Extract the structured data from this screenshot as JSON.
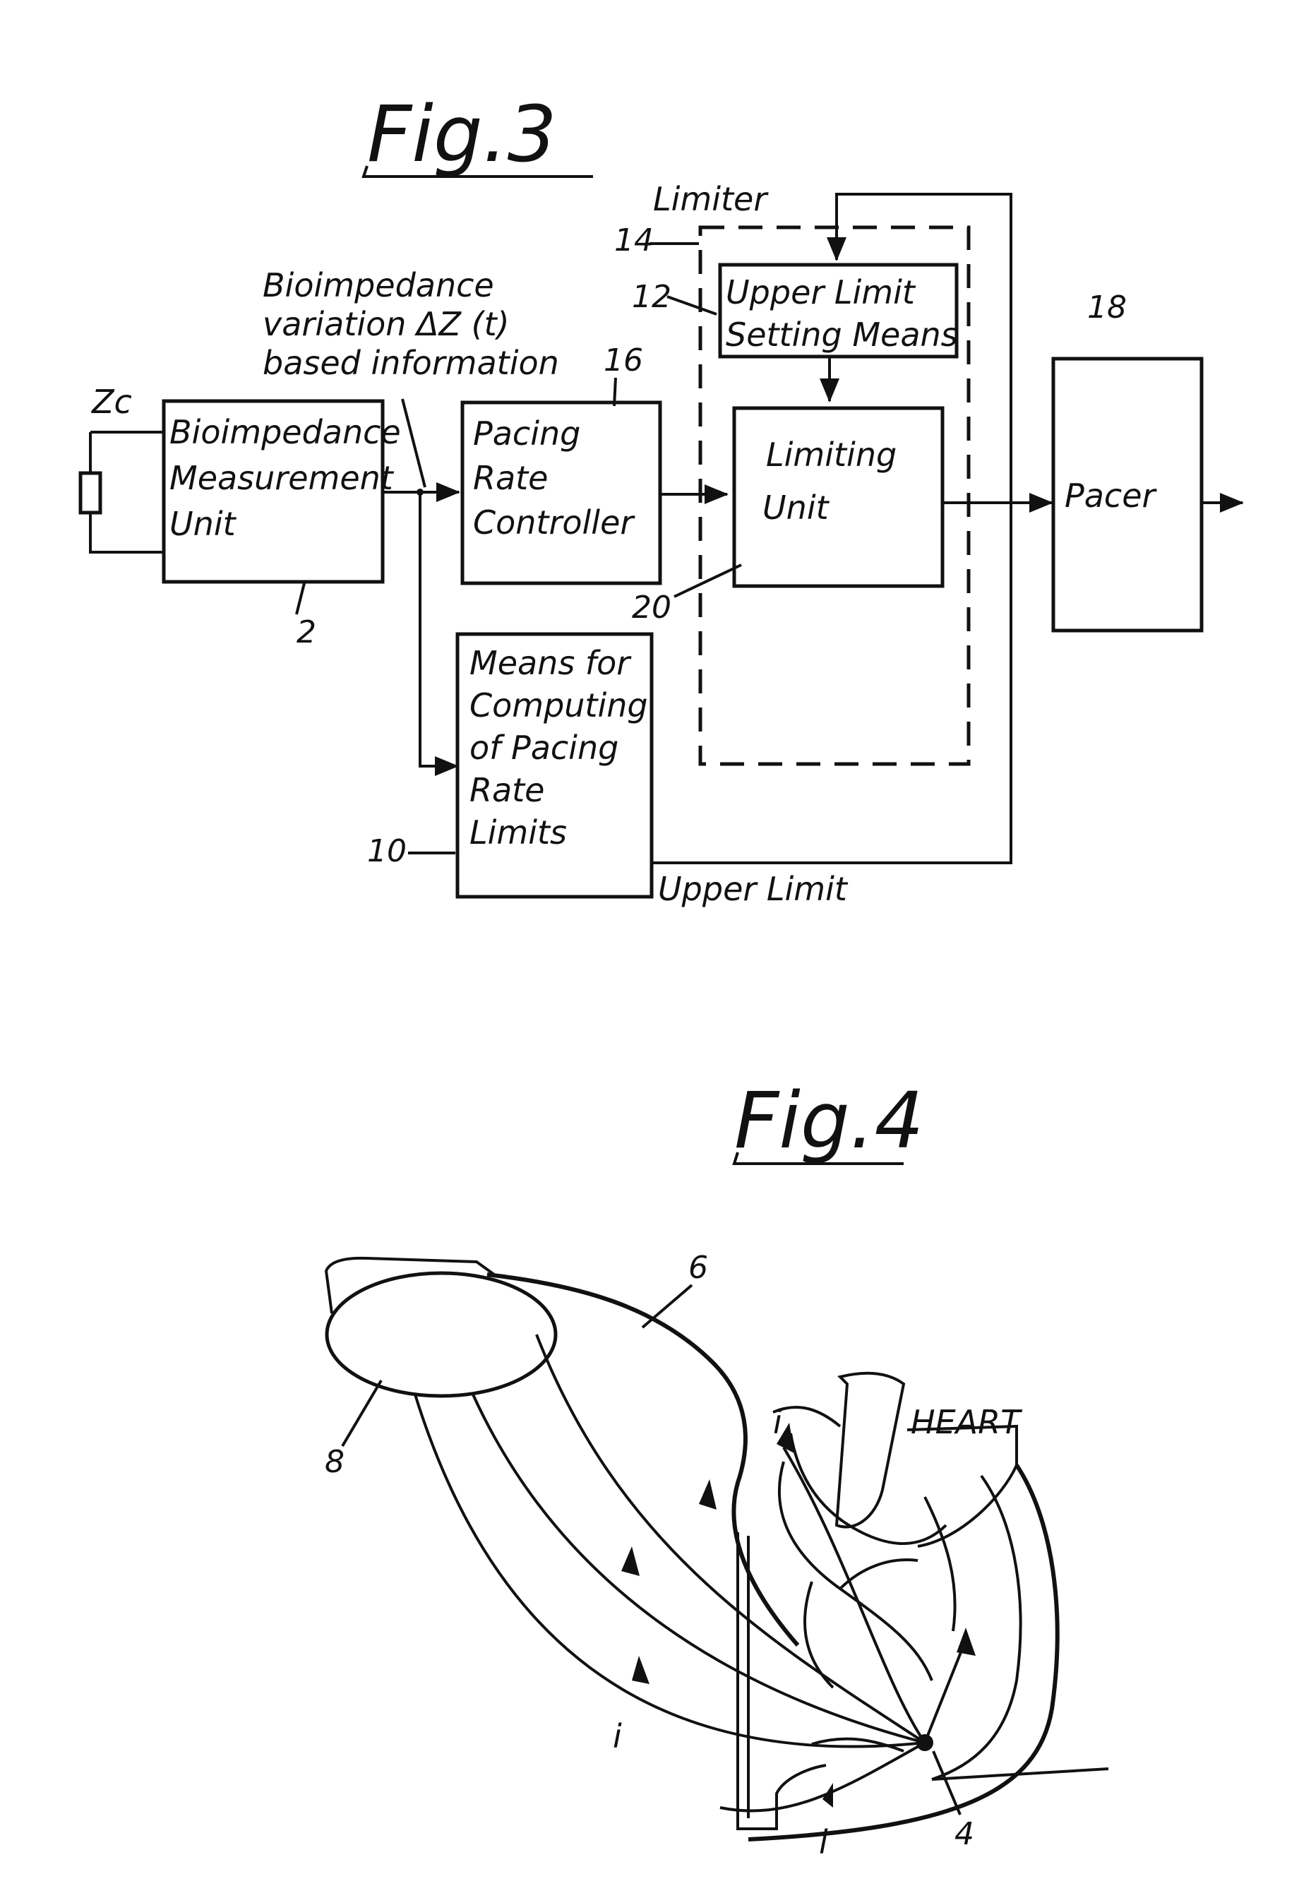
{
  "fig3": {
    "title": "Fig.3",
    "blocks": {
      "bioimpedance_unit": {
        "lines": [
          "Bioimpedance",
          "Measurement",
          "Unit"
        ],
        "ref": "2"
      },
      "pacing_rate_controller": {
        "lines": [
          "Pacing",
          "Rate",
          "Controller"
        ],
        "ref": "16"
      },
      "computing_limits": {
        "lines": [
          "Means for",
          "Computing",
          "of Pacing",
          "Rate",
          "Limits"
        ],
        "ref": "10"
      },
      "upper_limit_setting": {
        "lines": [
          "Upper Limit",
          "Setting Means"
        ],
        "ref": "12"
      },
      "limiting_unit": {
        "lines": [
          "Limiting",
          "Unit"
        ],
        "ref": "20"
      },
      "pacer": {
        "lines": [
          "Pacer"
        ],
        "ref": "18"
      },
      "limiter": {
        "label": "Limiter",
        "ref": "14"
      }
    },
    "signal_label": [
      "Bioimpedance",
      "variation ΔZ (t)",
      "based information"
    ],
    "zc_label": "Zc",
    "upper_limit_label": "Upper Limit"
  },
  "fig4": {
    "title": "Fig.4",
    "heart_label": "HEART",
    "current_label": "i",
    "refs": {
      "lead": "6",
      "housing": "8",
      "electrode": "4"
    }
  }
}
